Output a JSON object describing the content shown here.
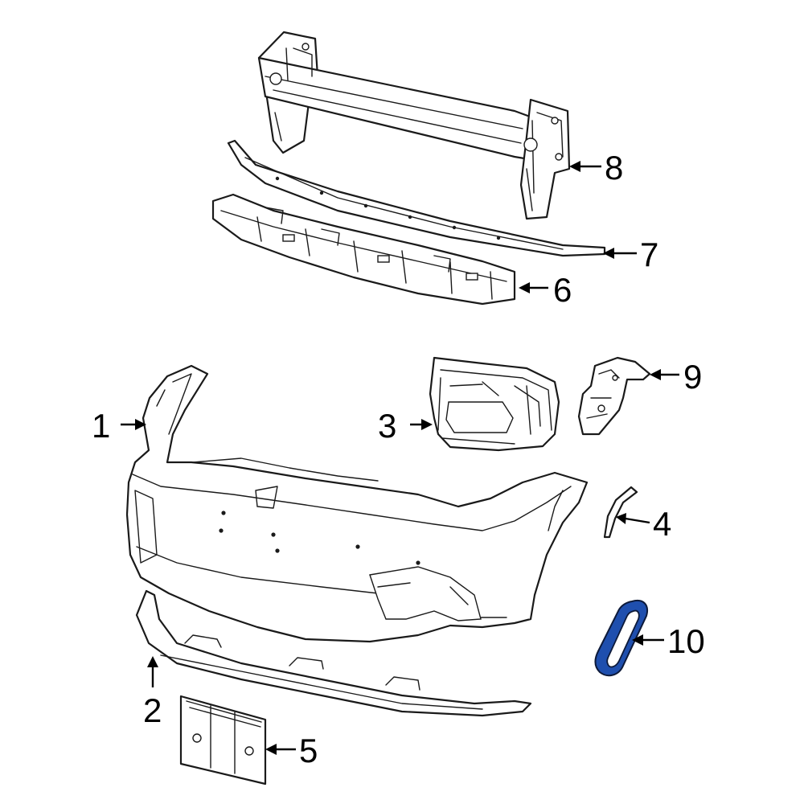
{
  "callouts": {
    "c1": "1",
    "c2": "2",
    "c3": "3",
    "c4": "4",
    "c5": "5",
    "c6": "6",
    "c7": "7",
    "c8": "8",
    "c9": "9",
    "c10": "10"
  },
  "colors": {
    "highlight": "#1f4fae",
    "line": "#1a1a1a",
    "background": "#ffffff"
  }
}
